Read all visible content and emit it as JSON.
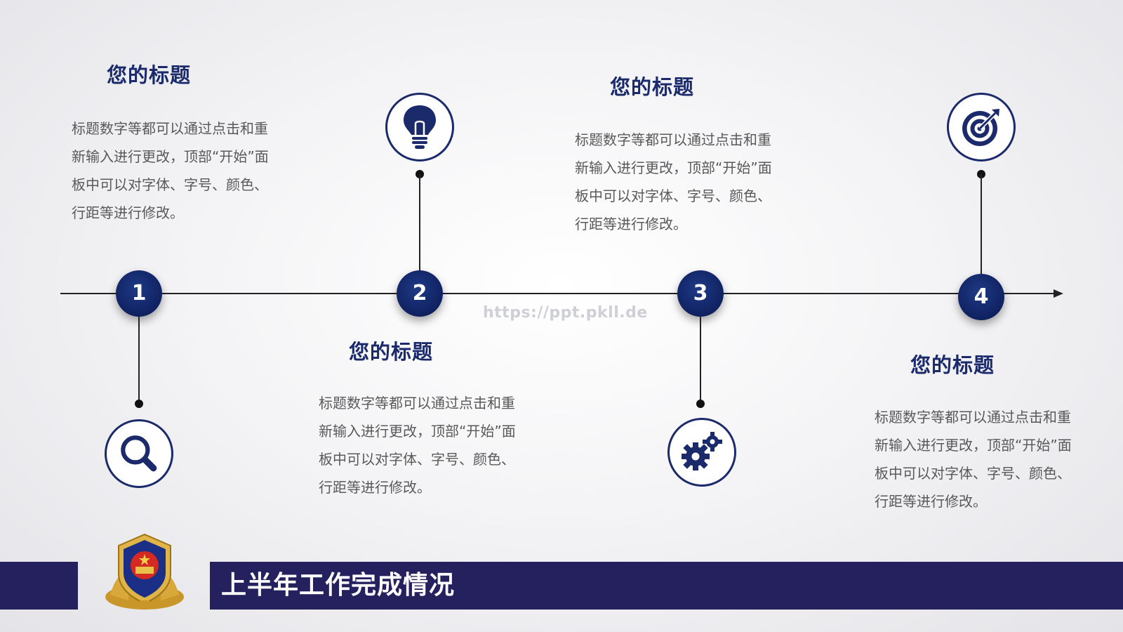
{
  "steps": [
    {
      "number": "1",
      "title": "您的标题",
      "description": "标题数字等都可以通过点击和重新输入进行更改，顶部“开始”面板中可以对字体、字号、颜色、行距等进行修改。",
      "icon": "search-icon"
    },
    {
      "number": "2",
      "title": "您的标题",
      "description": "标题数字等都可以通过点击和重新输入进行更改，顶部“开始”面板中可以对字体、字号、颜色、行距等进行修改。",
      "icon": "lightbulb-icon"
    },
    {
      "number": "3",
      "title": "您的标题",
      "description": "标题数字等都可以通过点击和重新输入进行更改，顶部“开始”面板中可以对字体、字号、颜色、行距等进行修改。",
      "icon": "gears-icon"
    },
    {
      "number": "4",
      "title": "您的标题",
      "description": "标题数字等都可以通过点击和重新输入进行更改，顶部“开始”面板中可以对字体、字号、颜色、行距等进行修改。",
      "icon": "target-icon"
    }
  ],
  "watermark": "https://ppt.pkll.de",
  "footer": {
    "title": "上半年工作完成情况",
    "emblem": "police-emblem"
  },
  "colors": {
    "accent": "#1b2a6b",
    "footer": "#25215e",
    "text": "#595959"
  }
}
